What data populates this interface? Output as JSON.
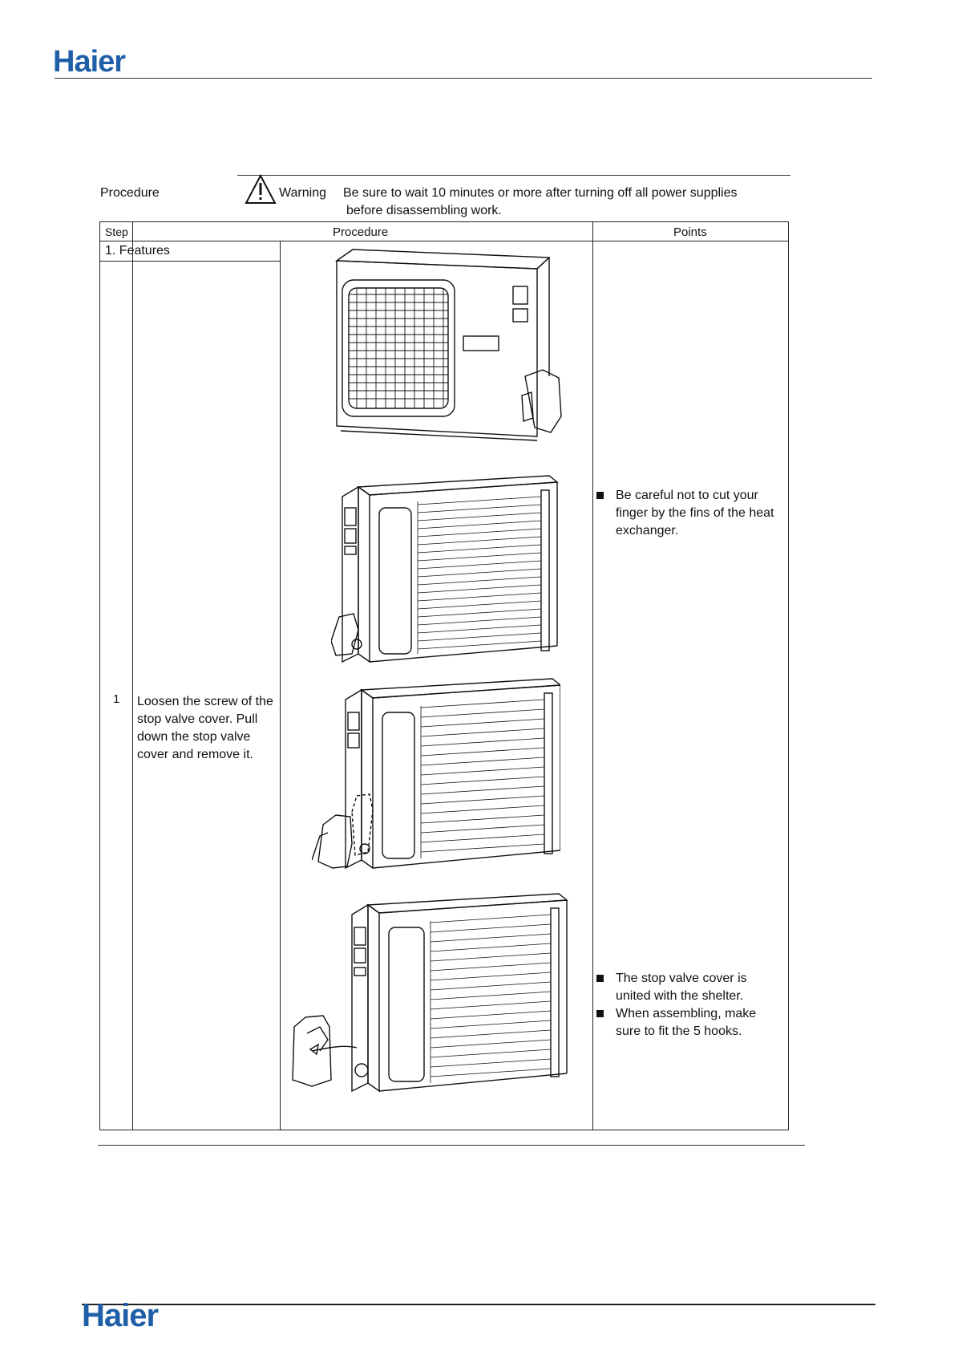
{
  "header": {
    "brand": "Haier"
  },
  "footer": {
    "brand": "Haier"
  },
  "procedure_heading": "Procedure",
  "warning": {
    "label": "Warning",
    "line1": "Be sure to wait 10 minutes or more after turning off all power supplies",
    "line2": "before disassembling work."
  },
  "table": {
    "headers": {
      "step": "Step",
      "procedure": "Procedure",
      "points": "Points"
    },
    "section_title": "1.  Features",
    "rows": [
      {
        "step": "1",
        "text": "Loosen the screw of the stop valve cover. Pull down the stop valve cover and remove it.",
        "points_group_a": [
          "Be careful not to cut your finger by the fins of the heat exchanger."
        ],
        "points_group_b": [
          "The stop valve cover is united with the shelter.",
          "When assembling, make sure to fit the 5 hooks."
        ]
      }
    ]
  },
  "illustrations": [
    "outdoor-unit-front-icon",
    "outdoor-unit-rear-icon",
    "stop-valve-cover-pull-icon",
    "stop-valve-cover-removed-icon"
  ]
}
